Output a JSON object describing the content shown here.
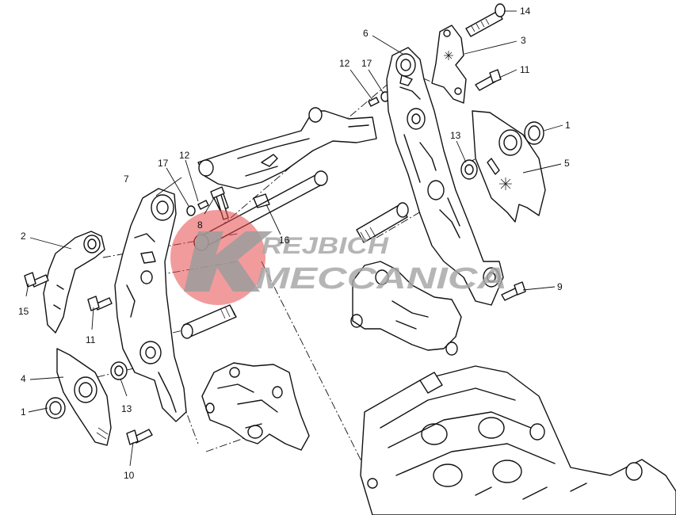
{
  "callouts": {
    "c1_right": "1",
    "c1_left": "1",
    "c2": "2",
    "c3": "3",
    "c4": "4",
    "c5": "5",
    "c6": "6",
    "c7": "7",
    "c8": "8",
    "c9": "9",
    "c10": "10",
    "c11_right": "11",
    "c11_left": "11",
    "c12_right": "12",
    "c12_left": "12",
    "c13_right": "13",
    "c13_left": "13",
    "c14": "14",
    "c15": "15",
    "c16": "16",
    "c17_right": "17",
    "c17_left": "17"
  },
  "watermark": {
    "line1": "REJBICH",
    "line2": "MECCANICA",
    "logo_color": "#e8484a",
    "text_color": "#a6a6a6"
  }
}
